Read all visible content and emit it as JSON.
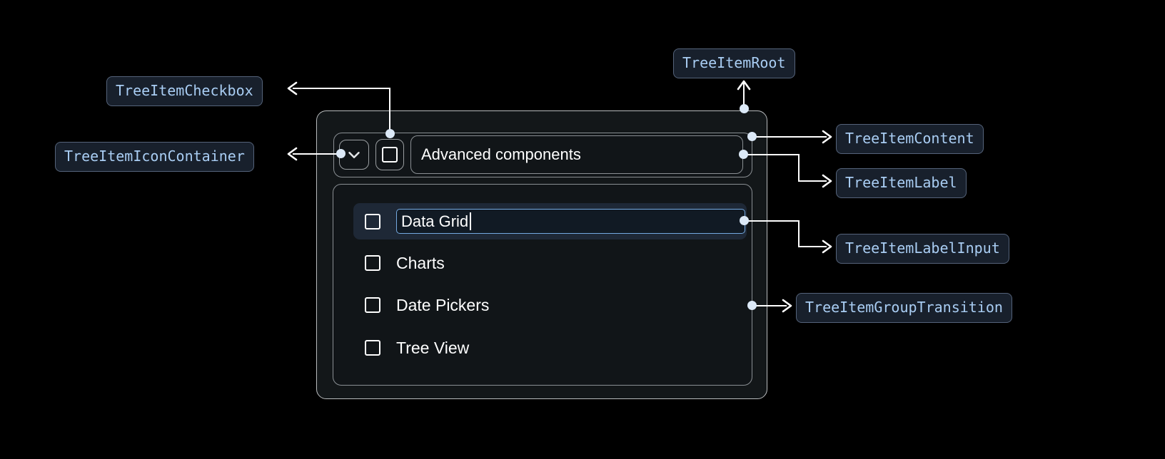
{
  "annotations": {
    "tree_item_checkbox": "TreeItemCheckbox",
    "tree_item_icon_container": "TreeItemIconContainer",
    "tree_item_root": "TreeItemRoot",
    "tree_item_content": "TreeItemContent",
    "tree_item_label": "TreeItemLabel",
    "tree_item_label_input": "TreeItemLabelInput",
    "tree_item_group_transition": "TreeItemGroupTransition"
  },
  "tree": {
    "root_item": {
      "label": "Advanced components",
      "expand_icon": "chevron-down-icon",
      "checked": false
    },
    "children": [
      {
        "label": "Data Grid",
        "checked": false,
        "editing": true
      },
      {
        "label": "Charts",
        "checked": false,
        "editing": false
      },
      {
        "label": "Date Pickers",
        "checked": false,
        "editing": false
      },
      {
        "label": "Tree View",
        "checked": false,
        "editing": false
      }
    ],
    "editing_value": "Data Grid"
  },
  "colors": {
    "background": "#000000",
    "badge_bg": "#18202c",
    "badge_border": "#55637a",
    "badge_text": "#a9cdf3",
    "connector": "#ffffff",
    "dot": "#dce9f7",
    "panel_bg": "#111518",
    "panel_border": "#8a8f93",
    "selected_row_bg": "#1e2836",
    "input_border": "#74a9e0",
    "text": "#ffffff"
  }
}
